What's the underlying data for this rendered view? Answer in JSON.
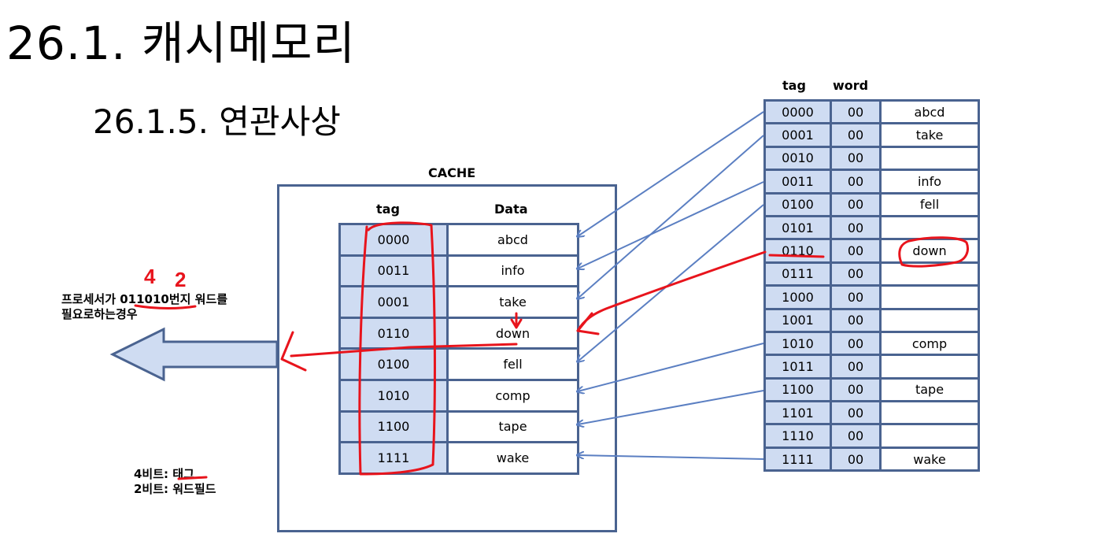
{
  "title": "26.1. 캐시메모리",
  "subtitle": "26.1.5. 연관사상",
  "cache": {
    "label": "CACHE",
    "header_tag": "tag",
    "header_data": "Data",
    "rows": [
      {
        "tag": "0000",
        "data": "abcd"
      },
      {
        "tag": "0011",
        "data": "info"
      },
      {
        "tag": "0001",
        "data": "take"
      },
      {
        "tag": "0110",
        "data": "down"
      },
      {
        "tag": "0100",
        "data": "fell"
      },
      {
        "tag": "1010",
        "data": "comp"
      },
      {
        "tag": "1100",
        "data": "tape"
      },
      {
        "tag": "1111",
        "data": "wake"
      }
    ]
  },
  "memory": {
    "header_tag": "tag",
    "header_word": "word",
    "rows": [
      {
        "tag": "0000",
        "word": "00",
        "data": "abcd"
      },
      {
        "tag": "0001",
        "word": "00",
        "data": "take"
      },
      {
        "tag": "0010",
        "word": "00",
        "data": ""
      },
      {
        "tag": "0011",
        "word": "00",
        "data": "info"
      },
      {
        "tag": "0100",
        "word": "00",
        "data": "fell"
      },
      {
        "tag": "0101",
        "word": "00",
        "data": ""
      },
      {
        "tag": "0110",
        "word": "00",
        "data": "down"
      },
      {
        "tag": "0111",
        "word": "00",
        "data": ""
      },
      {
        "tag": "1000",
        "word": "00",
        "data": ""
      },
      {
        "tag": "1001",
        "word": "00",
        "data": ""
      },
      {
        "tag": "1010",
        "word": "00",
        "data": "comp"
      },
      {
        "tag": "1011",
        "word": "00",
        "data": ""
      },
      {
        "tag": "1100",
        "word": "00",
        "data": "tape"
      },
      {
        "tag": "1101",
        "word": "00",
        "data": ""
      },
      {
        "tag": "1110",
        "word": "00",
        "data": ""
      },
      {
        "tag": "1111",
        "word": "00",
        "data": "wake"
      }
    ]
  },
  "processor_note": {
    "prefix": "프로세서가 ",
    "address": "011010",
    "suffix": "번지 워드를",
    "line2": "필요로하는경우"
  },
  "bits_note": {
    "line1_prefix": "4비트: ",
    "line1_value": "태그",
    "line2": "2비트: 워드필드"
  },
  "handwriting": {
    "mark1": "4",
    "mark2": "2"
  },
  "colors": {
    "border": "#4a6390",
    "cell_blue": "#cfdcf2",
    "arrow_blue": "#5b7fc2",
    "annotation_red": "#e8141c"
  }
}
